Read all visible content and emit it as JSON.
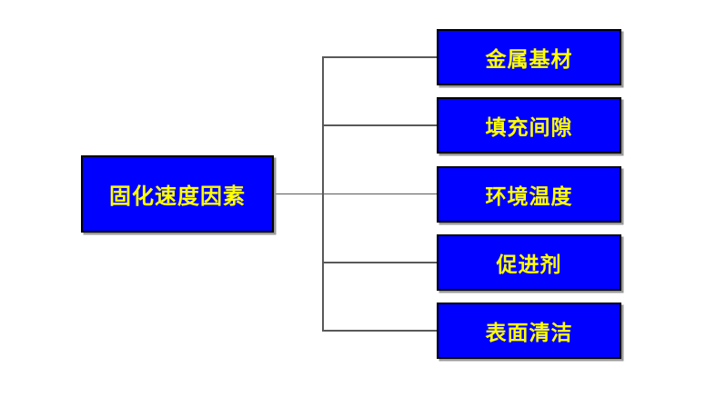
{
  "diagram": {
    "root": {
      "label": "固化速度因素"
    },
    "branches": [
      {
        "label": "金属基材"
      },
      {
        "label": "填充间隙"
      },
      {
        "label": "环境温度"
      },
      {
        "label": "促进剂"
      },
      {
        "label": "表面清洁"
      }
    ]
  },
  "colors": {
    "node-fill": "#0000FE",
    "node-text": "#FFFF00",
    "node-border": "#000000",
    "connector": "#595959",
    "shadow": "#9A9A9A",
    "canvas-bg": "#FFFFFF"
  }
}
